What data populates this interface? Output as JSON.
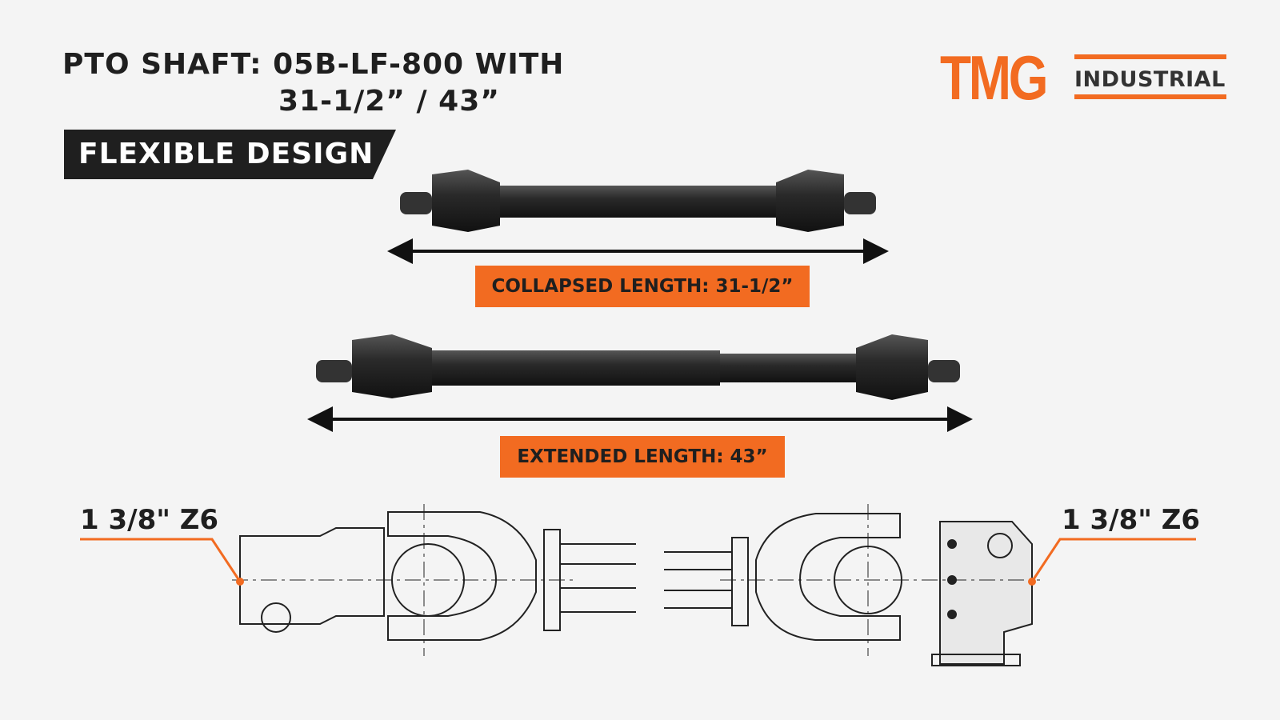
{
  "title": {
    "line1": "PTO SHAFT: 05B-LF-800 WITH",
    "line2": "31-1/2” / 43”"
  },
  "banner": "FLEXIBLE DESIGN",
  "logo": {
    "brand": "TMG",
    "sub": "INDUSTRIAL"
  },
  "collapsed_label": "COLLAPSED LENGTH: 31-1/2”",
  "extended_label": "EXTENDED LENGTH: 43”",
  "left_callout": "1 3/8\" Z6",
  "right_callout": "1 3/8\" Z6",
  "colors": {
    "accent": "#f26b21",
    "dark": "#1f1f1f",
    "background": "#f4f4f4"
  }
}
